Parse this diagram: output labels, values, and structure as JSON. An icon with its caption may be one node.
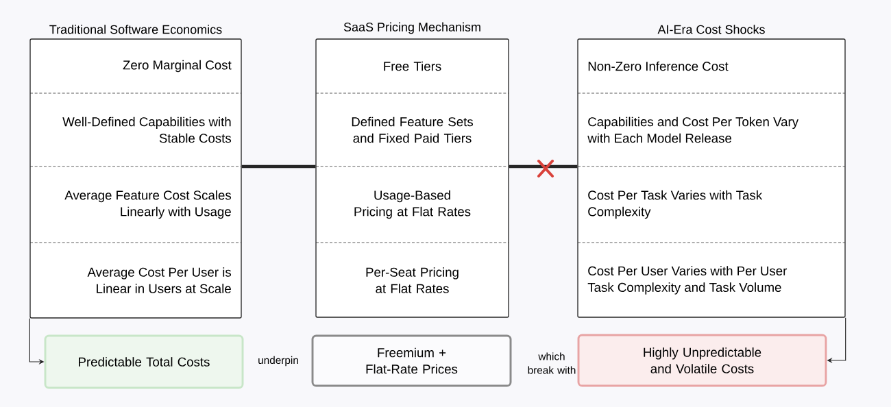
{
  "diagram": {
    "nodes": [
      {
        "text": [
          "Traditional Software Economics"
        ]
      },
      {
        "text": [
          "Zero Marginal Cost"
        ],
        "in": 0
      },
      {
        "text": [
          "Well-Defined Capabilities with Stable Costs"
        ],
        "in": 0
      },
      {
        "text": [
          "Average Feature Cost Scales Linearly with Usage"
        ],
        "in": 0
      },
      {
        "text": [
          "Average Cost Per User is Linear in Users at Scale"
        ],
        "in": 0
      },
      {
        "text": [
          "SaaS Pricing Mechanism"
        ]
      },
      {
        "text": [
          "Free Tiers"
        ],
        "in": 5
      },
      {
        "text": [
          "Defined Feature Sets and Fixed Paid Tiers"
        ],
        "in": 5
      },
      {
        "text": [
          "Usage-Based Pricing at Flat Rates"
        ],
        "in": 5
      },
      {
        "text": [
          "Per-Seat Pricing at Flat Rates"
        ],
        "in": 5
      },
      {
        "text": [
          "AI-Era Cost Shocks"
        ]
      },
      {
        "text": [
          "Non-Zero Inference Cost"
        ],
        "in": 10
      },
      {
        "text": [
          "Capabilities and Cost Per Token Vary with Each Model Release"
        ],
        "in": 10
      },
      {
        "text": [
          "Cost Per Task Varies with Task Complexity"
        ],
        "in": 10
      },
      {
        "text": [
          "Cost Per User Varies with Per User Task Complexity and Task Volume"
        ],
        "in": 10
      },
      {
        "text": [
          "Predictable Total Costs"
        ]
      },
      {
        "text": [
          "Freemium + Flat-Rate Prices"
        ]
      },
      {
        "text": [
          "Highly Unpredictable and Volatile Costs"
        ]
      }
    ],
    "edges": [
      {
        "from": 0,
        "to": 5,
        "arrow": "none",
        "style": "thick"
      },
      {
        "from": 5,
        "to": 10,
        "arrow": "none",
        "style": "thick"
      },
      {
        "from": 0,
        "to": 15,
        "arrow": "to"
      },
      {
        "from": 10,
        "to": 17,
        "arrow": "to"
      }
    ],
    "labels": [
      "underpin",
      "which break with"
    ]
  }
}
